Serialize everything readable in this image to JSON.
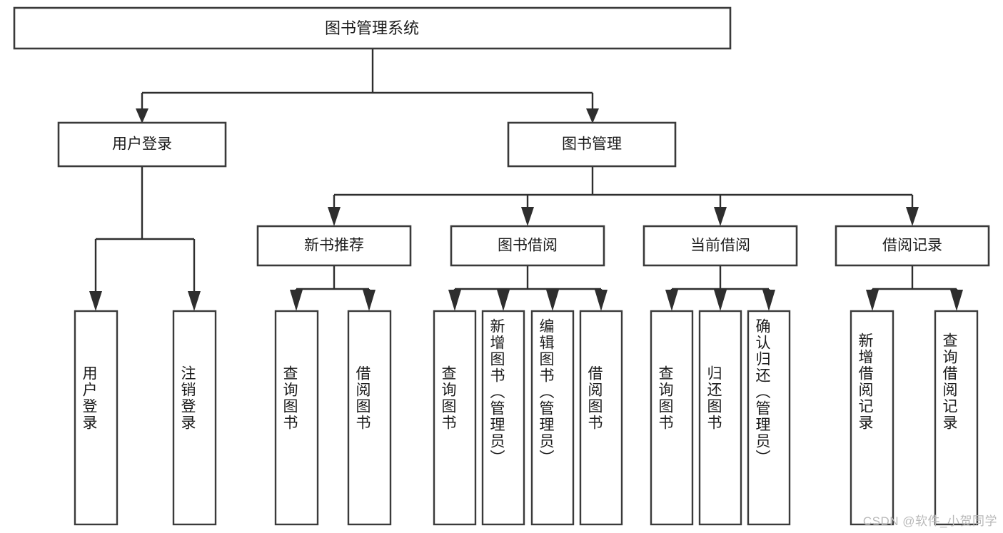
{
  "diagram": {
    "type": "tree-hierarchy-chart",
    "title_node": {
      "label": "图书管理系统"
    },
    "level1": [
      {
        "id": "user-login",
        "label": "用户登录"
      },
      {
        "id": "book-management",
        "label": "图书管理"
      }
    ],
    "level2": [
      {
        "id": "new-book-recommend",
        "label": "新书推荐",
        "parent": "book-management"
      },
      {
        "id": "book-borrow",
        "label": "图书借阅",
        "parent": "book-management"
      },
      {
        "id": "current-borrow",
        "label": "当前借阅",
        "parent": "book-management"
      },
      {
        "id": "borrow-record",
        "label": "借阅记录",
        "parent": "book-management"
      }
    ],
    "leaves": {
      "user_login": [
        {
          "id": "leaf-user-login",
          "label": "用户登录"
        },
        {
          "id": "leaf-user-logout",
          "label": "注销登录"
        }
      ],
      "new_book_recommend": [
        {
          "id": "leaf-query-book-1",
          "label": "查询图书"
        },
        {
          "id": "leaf-borrow-book-1",
          "label": "借阅图书"
        }
      ],
      "book_borrow": [
        {
          "id": "leaf-query-book-2",
          "label": "查询图书"
        },
        {
          "id": "leaf-add-book",
          "label": "新增图书（管理员）"
        },
        {
          "id": "leaf-edit-book",
          "label": "编辑图书（管理员）"
        },
        {
          "id": "leaf-borrow-book-2",
          "label": "借阅图书"
        }
      ],
      "current_borrow": [
        {
          "id": "leaf-query-book-3",
          "label": "查询图书"
        },
        {
          "id": "leaf-return-book",
          "label": "归还图书"
        },
        {
          "id": "leaf-confirm-return",
          "label": "确认归还（管理员）"
        }
      ],
      "borrow_record": [
        {
          "id": "leaf-add-borrow-record",
          "label": "新增借阅记录"
        },
        {
          "id": "leaf-query-borrow-record",
          "label": "查询借阅记录"
        }
      ]
    },
    "colors": {
      "box_stroke": "#3a3a3a",
      "connector": "#2e2e2e",
      "box_fill": "#ffffff",
      "text": "#1b1b1b",
      "watermark": "#b9b9b9",
      "background": "#ffffff"
    }
  },
  "watermark": {
    "text": "CSDN @软件_小贺同学"
  }
}
